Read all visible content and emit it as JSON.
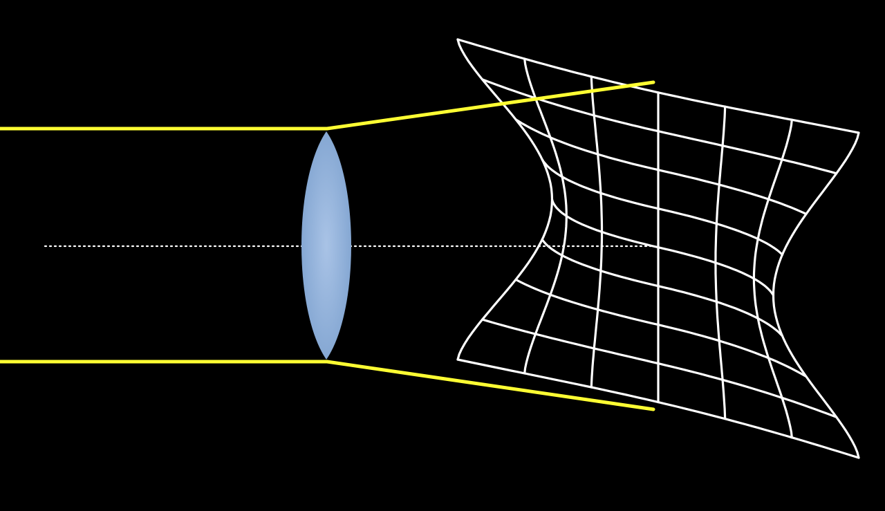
{
  "colors": {
    "background": "#000000",
    "ray": "#ffff33",
    "axis": "#ffffff",
    "lens": "#7ea2cf",
    "lens_highlight": "#a9c3e6",
    "grid": "#ffffff"
  },
  "diagram": {
    "elements": [
      "converging-lens",
      "parallel-incoming-rays",
      "refracted-rays",
      "optical-axis",
      "distorted-image-grid"
    ],
    "grid_rows": 8,
    "grid_columns": 6,
    "distortion": "pincushion"
  }
}
